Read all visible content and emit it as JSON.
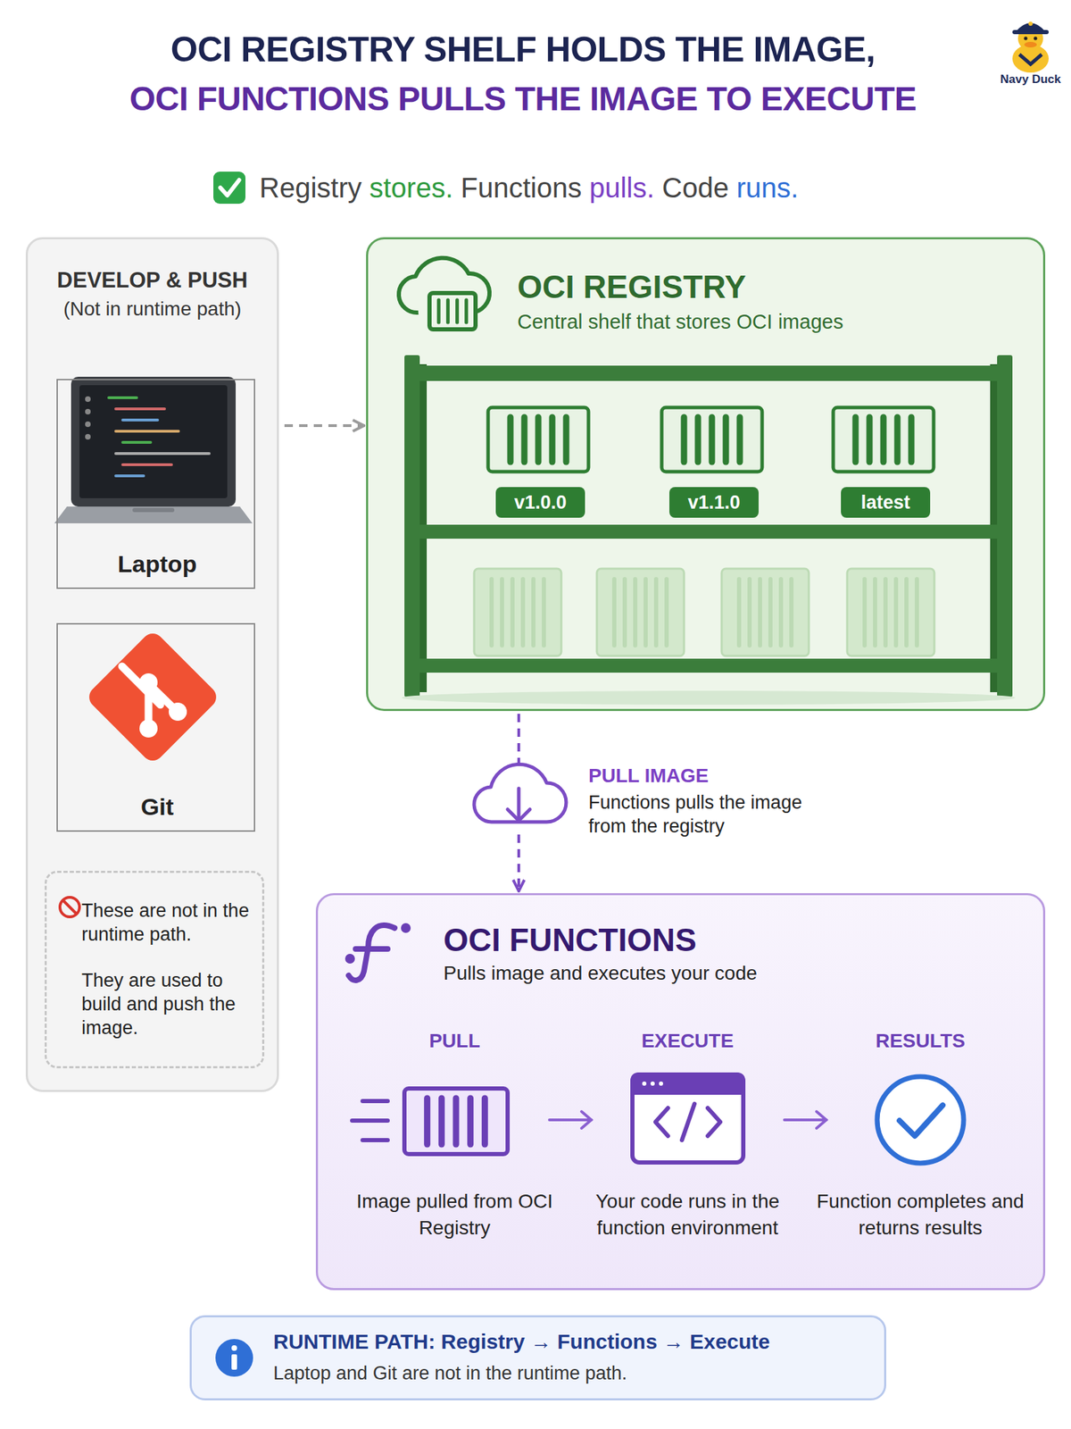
{
  "diagram": {
    "title": "OCI REGISTRY SHELF HOLDS THE IMAGE,",
    "nodes": [
      {
        "text": [
          "DEVELOP & PUSH",
          "(Not in runtime path)"
        ]
      },
      {
        "text": [
          "Laptop"
        ],
        "in": 0
      },
      {
        "text": [
          "Git"
        ],
        "in": 0
      },
      {
        "text": [
          "These are not in the runtime path.",
          "They are used to build and push the image."
        ],
        "in": 0
      },
      {
        "text": [
          "OCI REGISTRY",
          "Central shelf that stores OCI images"
        ]
      },
      {
        "text": [
          "v1.0.0"
        ],
        "in": 4
      },
      {
        "text": [
          "v1.1.0"
        ],
        "in": 4
      },
      {
        "text": [
          "latest"
        ],
        "in": 4
      },
      {
        "text": [
          "OCI FUNCTIONS",
          "Pulls image and executes your code"
        ]
      },
      {
        "text": [
          "RUNTIME PATH: Registry → Functions → Execute",
          "Laptop and Git are not in the runtime path."
        ]
      }
    ],
    "edges": [
      {
        "from": 0,
        "to": 4,
        "arrow": "to"
      },
      {
        "from": 4,
        "to": 8,
        "arrow": "to",
        "label": "PULL IMAGE"
      }
    ],
    "labels": [
      "OCI FUNCTIONS PULLS THE IMAGE TO EXECUTE",
      "Registry",
      "stores.",
      "Functions",
      "pulls.",
      "Code",
      "runs.",
      "Navy Duck",
      "Functions pulls the image from the registry",
      "PULL",
      "Image pulled from OCI Registry",
      "EXECUTE",
      "Your code runs in the function environment",
      "RESULTS",
      "Function completes and returns results"
    ]
  }
}
